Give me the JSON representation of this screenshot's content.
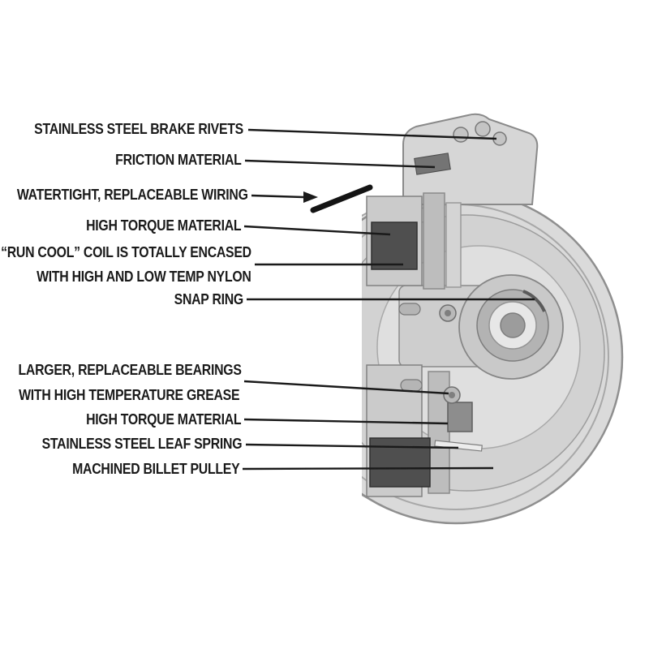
{
  "colors": {
    "background": "#ffffff",
    "label_text": "#1a1a1a",
    "leader_line": "#1a1a1a",
    "coil_dark": "#4f4f4f",
    "wire": "#141414",
    "metal_light": "#dadada",
    "metal_dark": "#8c8c8c"
  },
  "diagram": {
    "callouts": [
      {
        "id": "brake-rivets",
        "lines": [
          "STAINLESS STEEL BRAKE RIVETS"
        ]
      },
      {
        "id": "friction-material",
        "lines": [
          "FRICTION MATERIAL"
        ]
      },
      {
        "id": "wiring",
        "lines": [
          "WATERTIGHT, REPLACEABLE WIRING"
        ]
      },
      {
        "id": "high-torque-upper",
        "lines": [
          "HIGH TORQUE MATERIAL"
        ]
      },
      {
        "id": "run-cool-coil",
        "lines": [
          "“RUN COOL” COIL IS TOTALLY ENCASED",
          "WITH HIGH AND LOW TEMP NYLON"
        ]
      },
      {
        "id": "snap-ring",
        "lines": [
          "SNAP RING"
        ]
      },
      {
        "id": "bearings",
        "lines": [
          "LARGER, REPLACEABLE BEARINGS",
          "WITH HIGH TEMPERATURE GREASE"
        ]
      },
      {
        "id": "high-torque-lower",
        "lines": [
          "HIGH TORQUE MATERIAL"
        ]
      },
      {
        "id": "leaf-spring",
        "lines": [
          "STAINLESS STEEL LEAF SPRING"
        ]
      },
      {
        "id": "billet-pulley",
        "lines": [
          "MACHINED BILLET PULLEY"
        ]
      }
    ]
  }
}
